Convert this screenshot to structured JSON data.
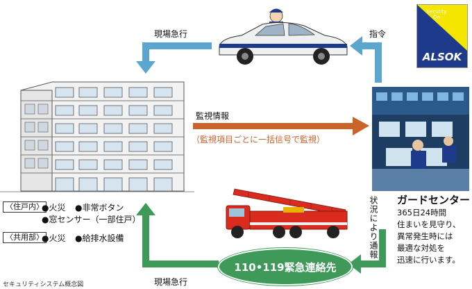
{
  "flow_labels": {
    "dispatch_top": "現場急行",
    "command": "指令",
    "monitoring": "監視情報",
    "monitoring_sub": "（監視項目ごとに一括信号で監視）",
    "status_report": "状況により通報",
    "dispatch_bottom": "現場急行"
  },
  "residence": {
    "private_label": "〈住戸内〉",
    "private_items": [
      "●火災",
      "●非常ボタン",
      "●窓センサー（一部住戸）"
    ],
    "common_label": "〈共用部〉",
    "common_items": [
      "●火災",
      "●給排水設備"
    ]
  },
  "guard_center": {
    "title": "ガードセンター",
    "lines": [
      "365日24時間",
      "住まいを見守り、",
      "異常発生時には",
      "最適な対処を",
      "迅速に行います。"
    ]
  },
  "emergency": {
    "label": "110•119緊急連絡先"
  },
  "logo": {
    "top_line1": "Security",
    "top_line2": "On",
    "brand": "ALSOK"
  },
  "caption": "セキュリティシステム概念図",
  "colors": {
    "blue_arrow": "#5aa6cf",
    "orange_arrow": "#c8642a",
    "green_arrow": "#3f9a5a",
    "logo_yellow": "#f4e600",
    "logo_navy": "#1e3a8a"
  }
}
